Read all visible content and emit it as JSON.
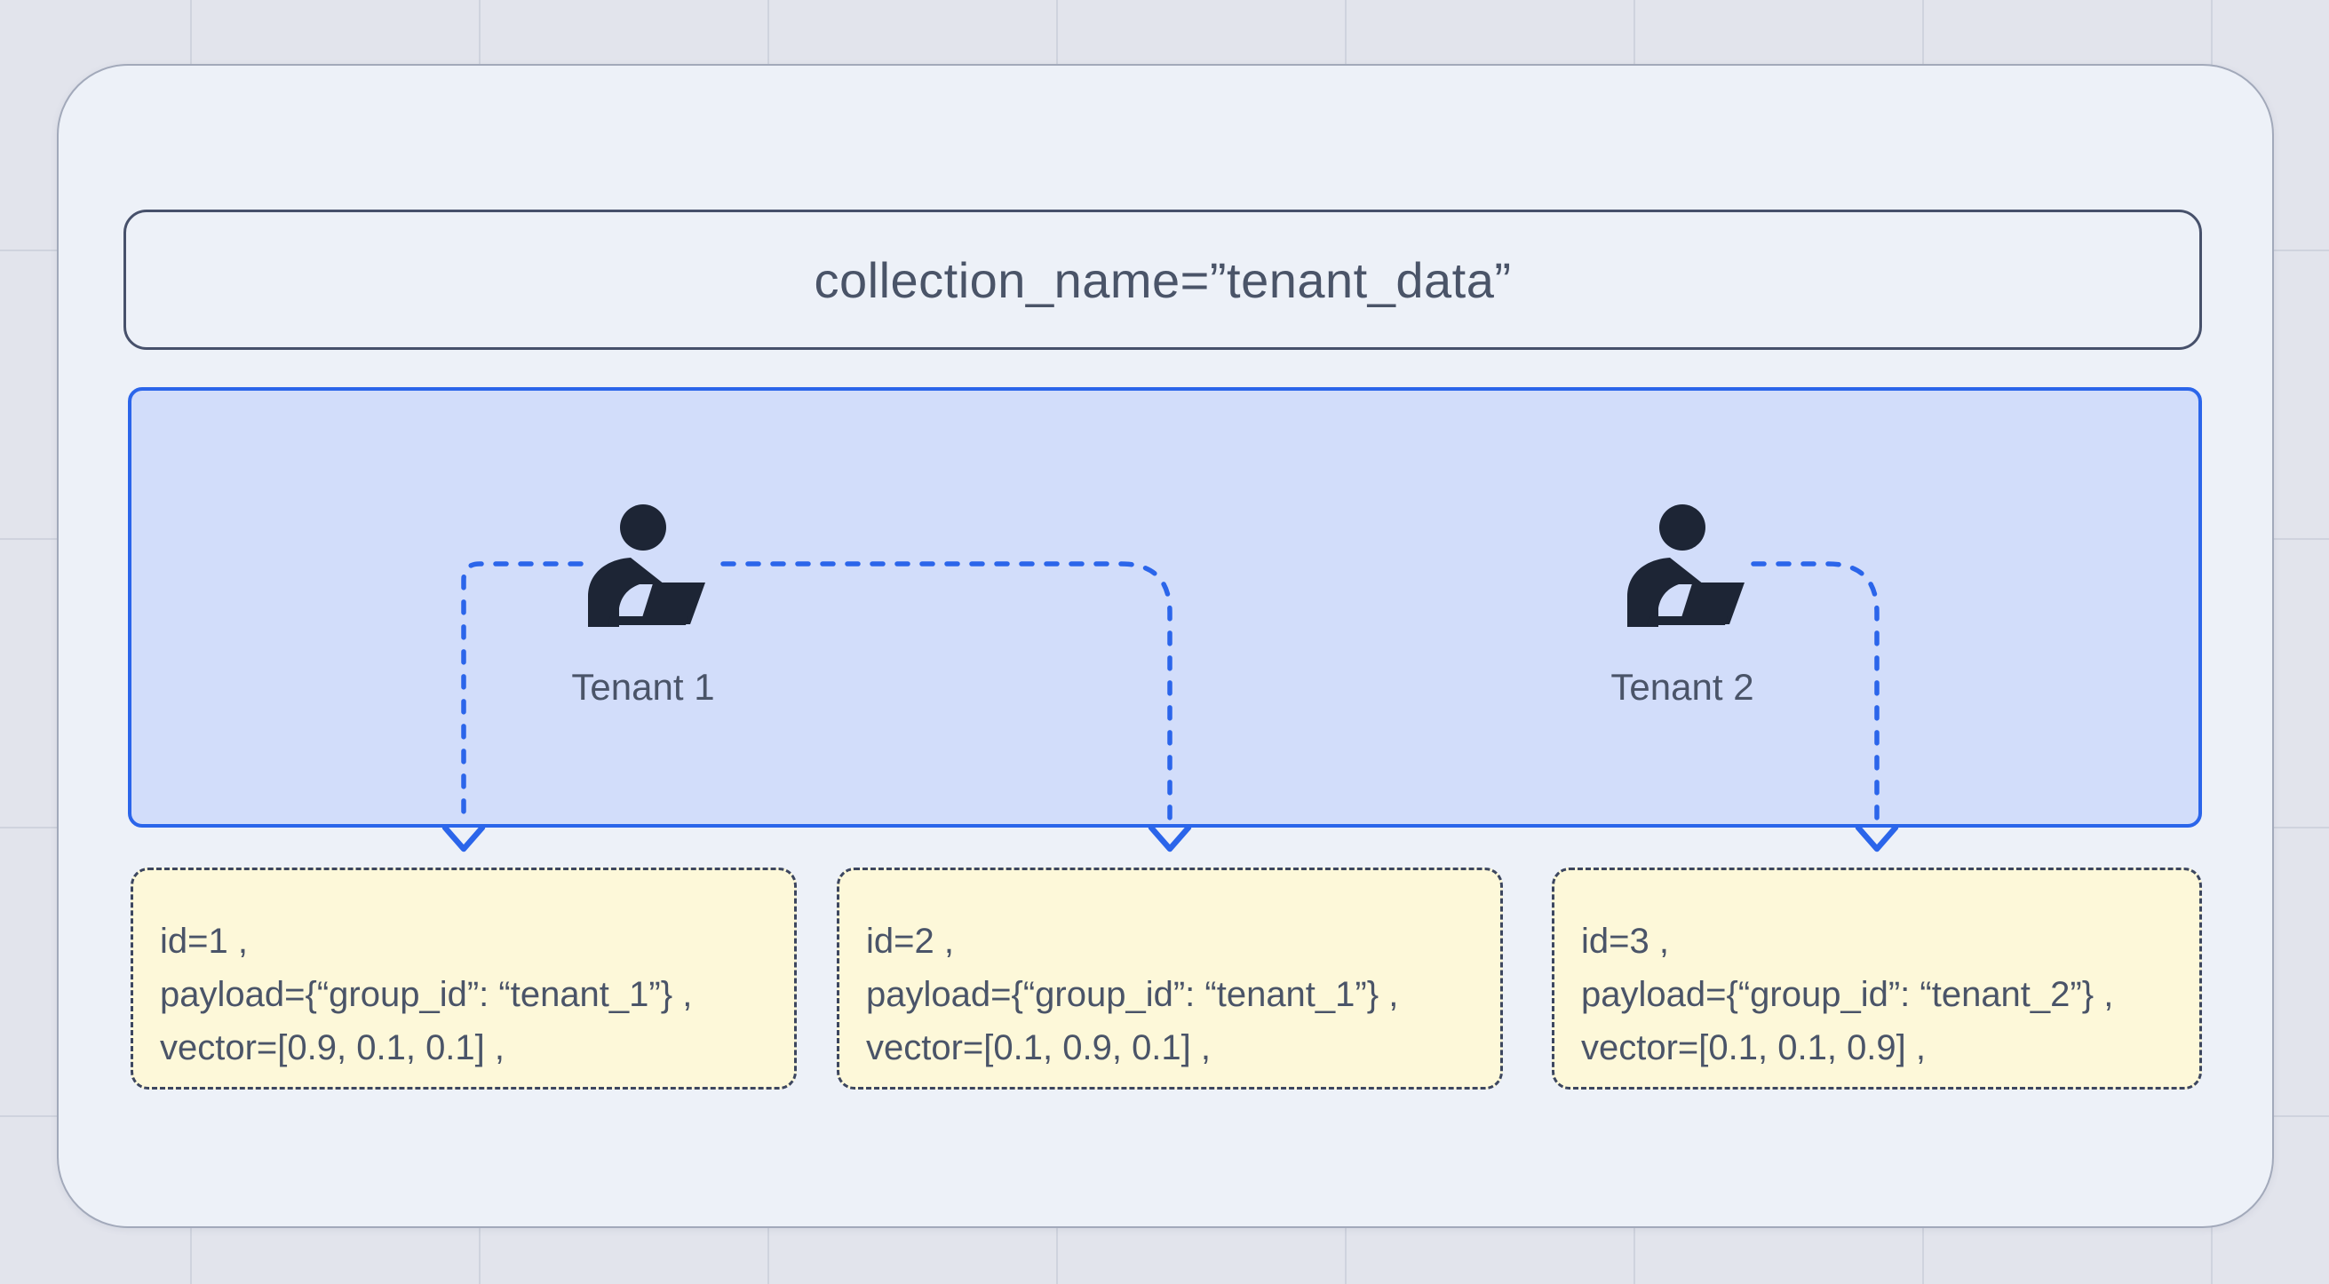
{
  "diagram": {
    "collection": {
      "label": "collection_name=”tenant_data”"
    },
    "tenants": [
      {
        "label": "Tenant 1"
      },
      {
        "label": "Tenant 2"
      }
    ],
    "points": [
      {
        "lines": {
          "id": "id=1 ,",
          "payload": "payload={“group_id”: “tenant_1”} ,",
          "vector": "vector=[0.9, 0.1, 0.1] ,"
        }
      },
      {
        "lines": {
          "id": "id=2 ,",
          "payload": "payload={“group_id”: “tenant_1”} ,",
          "vector": "vector=[0.1, 0.9, 0.1] ,"
        }
      },
      {
        "lines": {
          "id": "id=3 ,",
          "payload": "payload={“group_id”: “tenant_2”} ,",
          "vector": "vector=[0.1, 0.1, 0.9] ,"
        }
      }
    ],
    "colors": {
      "page_bg": "#e2e4ec",
      "card_fill": "#edf1f8",
      "card_border": "#a2a9ba",
      "title_border": "#47516b",
      "tenant_panel_fill": "#d2ddfa",
      "accent_blue": "#2b65ea",
      "point_fill": "#fdf8d9",
      "point_border": "#3c465f",
      "text": "#4a5468",
      "icon": "#1d2535"
    }
  }
}
